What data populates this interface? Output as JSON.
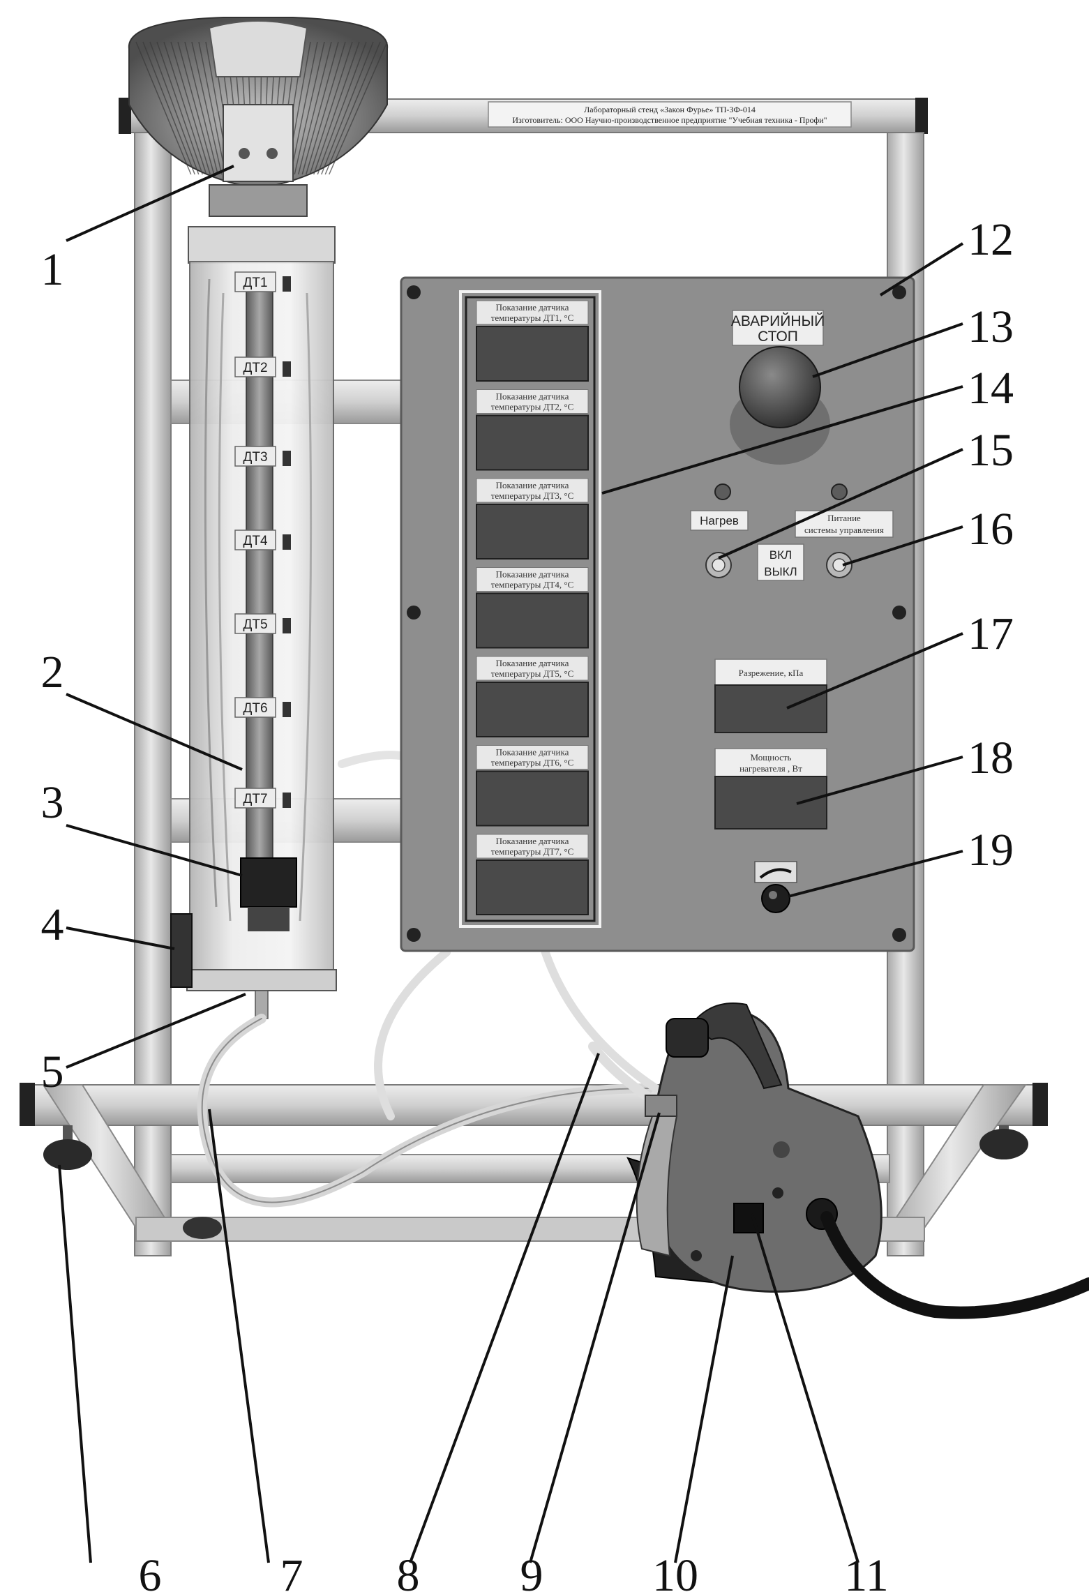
{
  "nameplate": {
    "line1": "Лабораторный стенд «Закон Фурье» ТП-ЗФ-014",
    "line2": "Изготовитель: ООО Научно-производственное предприятие \"Учебная техника - Профи\""
  },
  "tube_sensors": [
    "ДТ1",
    "ДТ2",
    "ДТ3",
    "ДТ4",
    "ДТ5",
    "ДТ6",
    "ДТ7"
  ],
  "display_labels": [
    {
      "l1": "Показание датчика",
      "l2": "температуры ДТ1, °С"
    },
    {
      "l1": "Показание датчика",
      "l2": "температуры ДТ2, °С"
    },
    {
      "l1": "Показание датчика",
      "l2": "температуры ДТ3, °С"
    },
    {
      "l1": "Показание датчика",
      "l2": "температуры ДТ4, °С"
    },
    {
      "l1": "Показание датчика",
      "l2": "температуры ДТ5, °С"
    },
    {
      "l1": "Показание датчика",
      "l2": "температуры ДТ6, °С"
    },
    {
      "l1": "Показание датчика",
      "l2": "температуры ДТ7, °С"
    }
  ],
  "estop": {
    "l1": "АВАРИЙНЫЙ",
    "l2": "СТОП"
  },
  "heat_label": "Нагрев",
  "power_label": {
    "l1": "Питание",
    "l2": "системы управления"
  },
  "switch_on": "ВКЛ",
  "switch_off": "ВЫКЛ",
  "vacuum_label": "Разрежение, кПа",
  "heater_label": {
    "l1": "Мощность",
    "l2": "нагревателя , Вт"
  },
  "callouts": [
    "1",
    "2",
    "3",
    "4",
    "5",
    "6",
    "7",
    "8",
    "9",
    "10",
    "11",
    "12",
    "13",
    "14",
    "15",
    "16",
    "17",
    "18",
    "19"
  ],
  "colors": {
    "frame": "#d4d4d4",
    "panel": "#8e8e8e",
    "display": "#4a4a4a",
    "ink": "#111111"
  }
}
